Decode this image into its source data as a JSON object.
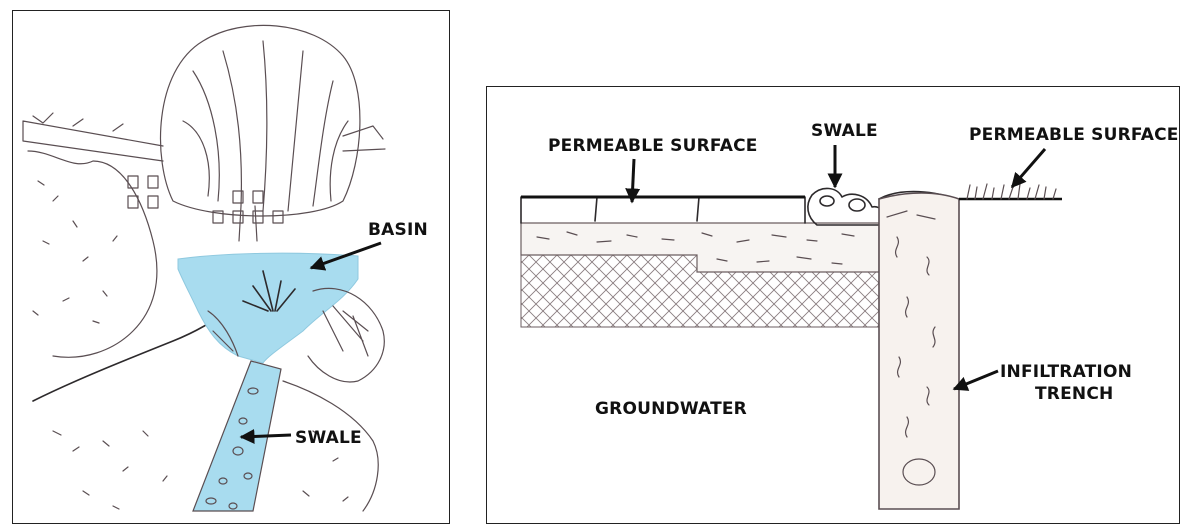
{
  "left_sketch": {
    "labels": {
      "basin": "BASIN",
      "swale": "SWALE"
    },
    "colors": {
      "water": "#a8dcef",
      "pencil": "#5a4e52"
    }
  },
  "right_sketch": {
    "labels": {
      "permeable_surface_left": "PERMEABLE SURFACE",
      "swale": "SWALE",
      "permeable_surface_right": "PERMEABLE SURFACE",
      "groundwater": "GROUNDWATER",
      "infiltration_trench_line1": "INFILTRATION",
      "infiltration_trench_line2": "TRENCH"
    },
    "colors": {
      "pencil": "#6b5e60"
    }
  }
}
